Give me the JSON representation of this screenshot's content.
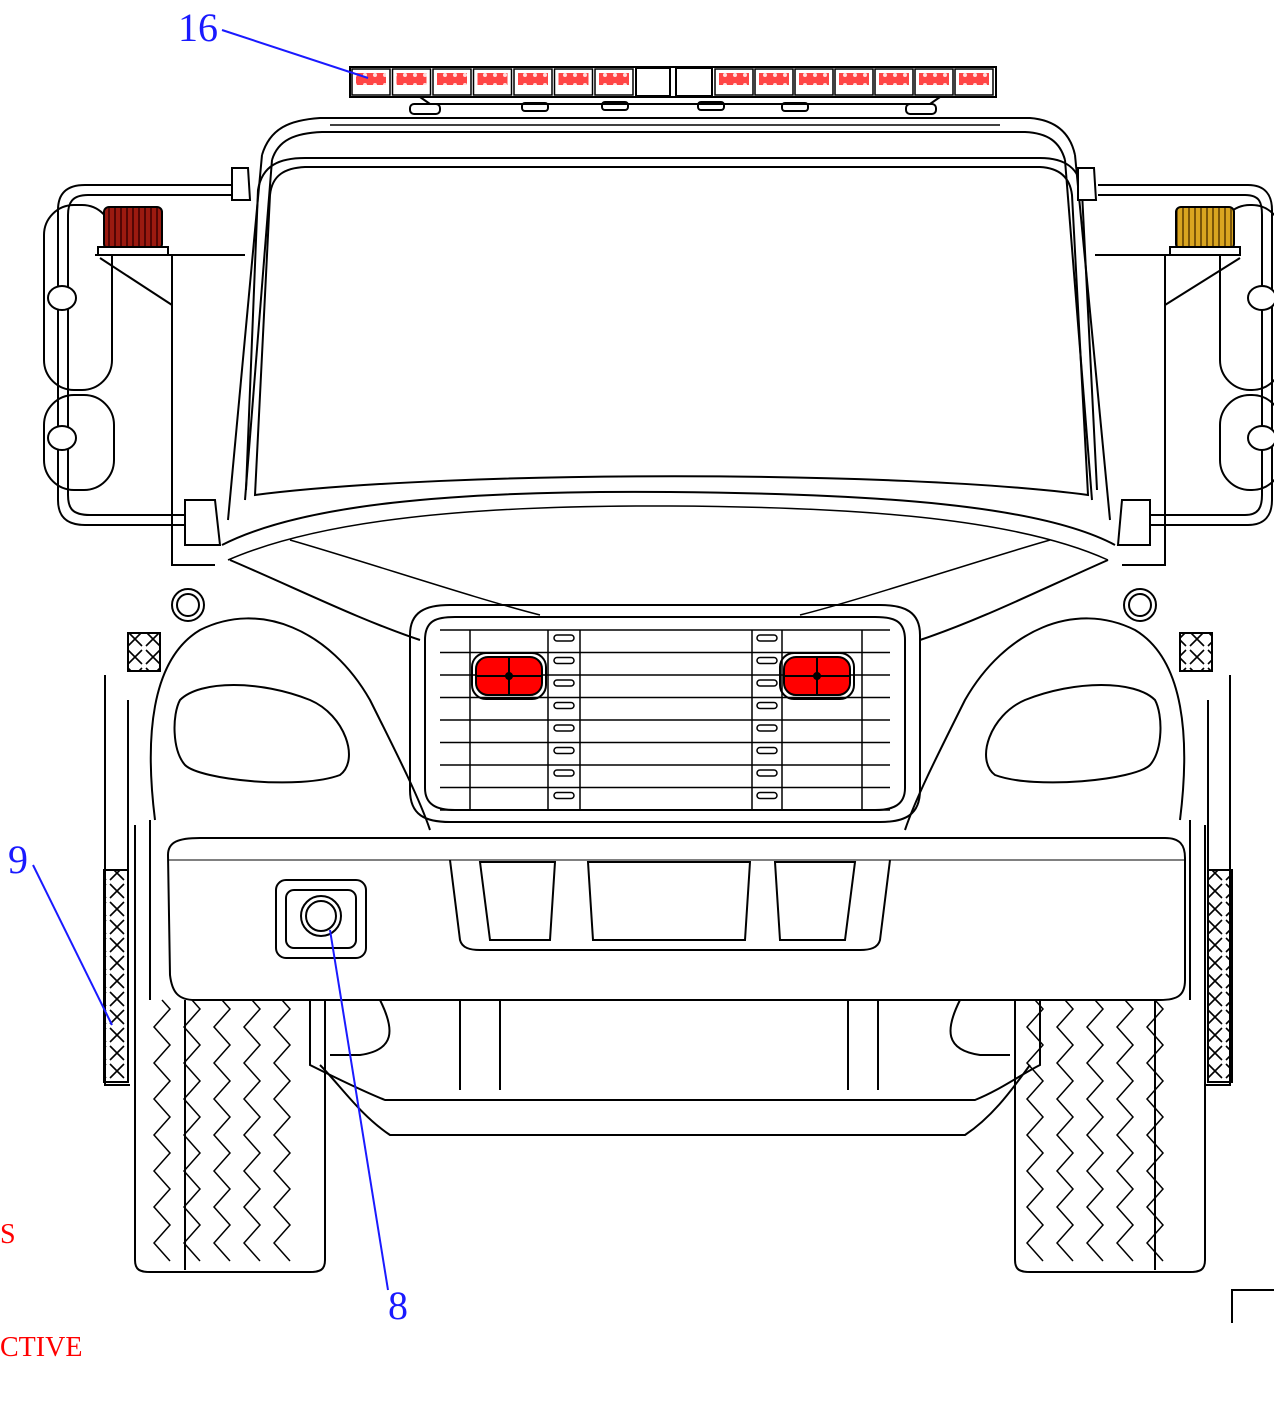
{
  "callouts": {
    "lightbar": "16",
    "side_reflector": "9",
    "bumper_light": "8"
  },
  "note_lines": [
    "S",
    "CTIVE"
  ],
  "colors": {
    "line": "#000000",
    "callout": "#1a1aff",
    "red_light": "#ff0000",
    "beacon_red": "#8b0000",
    "beacon_amber": "#d4a017",
    "note_text": "#ff0000"
  }
}
